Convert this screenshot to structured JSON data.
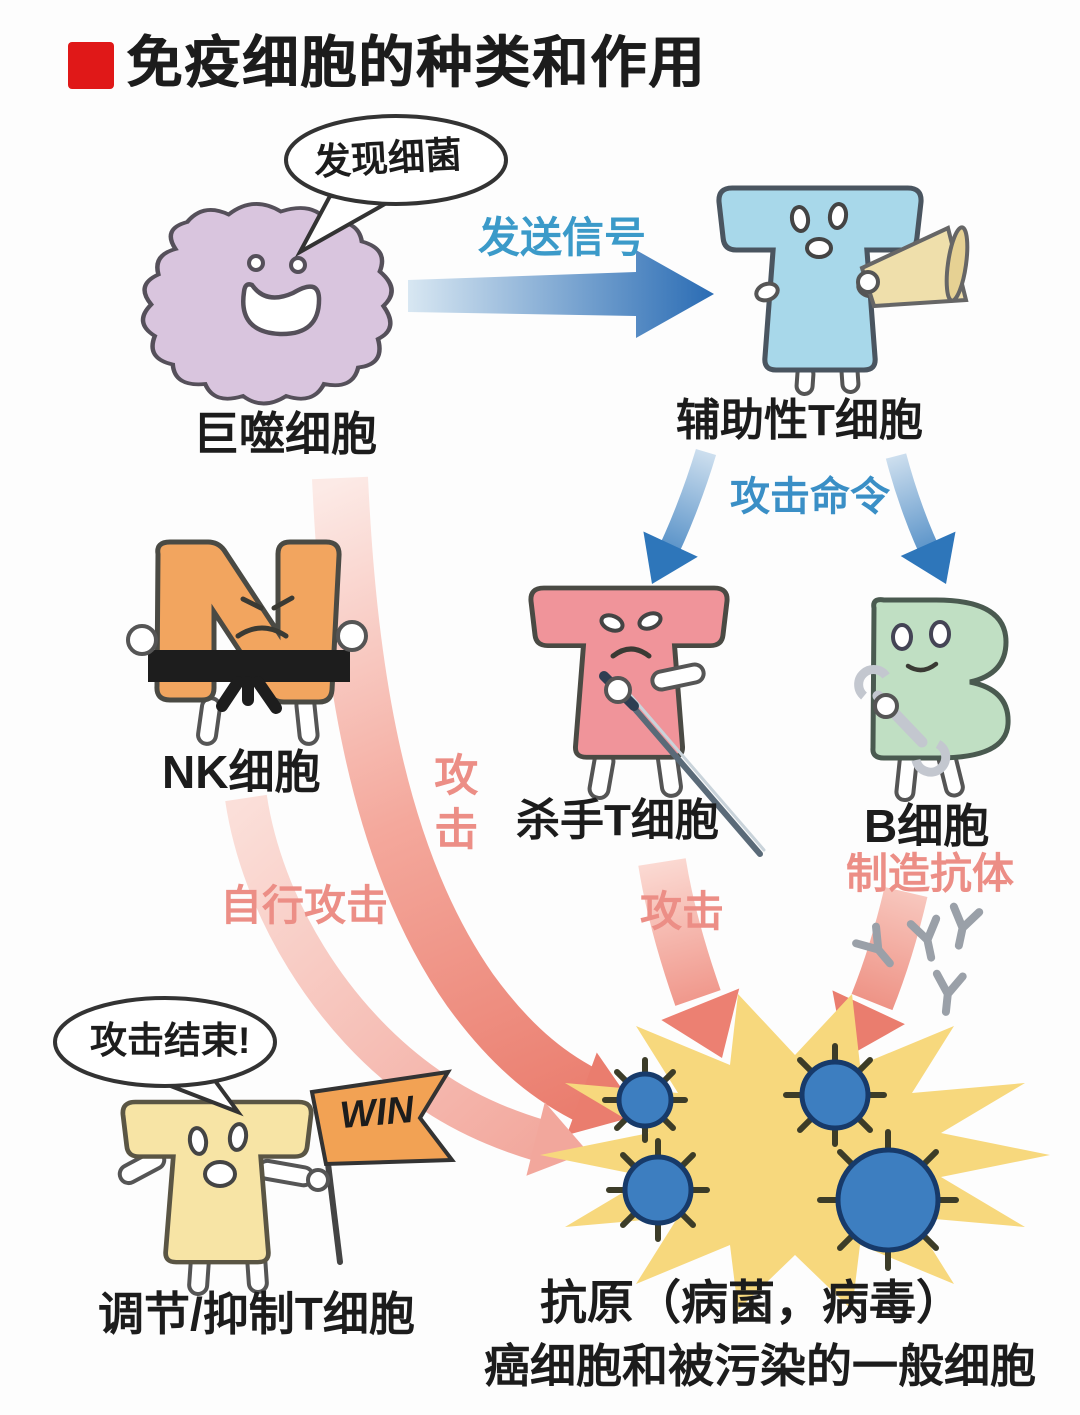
{
  "title": "免疫细胞的种类和作用",
  "labels": {
    "send_signal": "发送信号",
    "attack_command": "攻击命令",
    "attack_from_macrophage": "攻击",
    "self_attack": "自行攻击",
    "attack_from_killer_t": "攻击",
    "make_antibody": "制造抗体"
  },
  "cells": {
    "macrophage": {
      "label": "巨噬细胞",
      "speech": "发现细菌"
    },
    "helper_t": {
      "label": "辅助性T细胞"
    },
    "nk": {
      "label": "NK细胞"
    },
    "killer_t": {
      "label": "杀手T细胞"
    },
    "b": {
      "label": "B细胞"
    },
    "regulatory_t": {
      "label": "调节/抑制T细胞",
      "speech": "攻击结束!",
      "flag_text": "WIN"
    }
  },
  "antigen": {
    "line1": "抗原（病菌，病毒）",
    "line2": "癌细胞和被污染的一般细胞"
  },
  "colors": {
    "title_bullet": "#e01818",
    "signal_blue": "#3b9ac9",
    "command_blue": "#3a8fc6",
    "attack_pink": "#ec8e86",
    "macrophage_fill": "#d9c5de",
    "helper_t_fill": "#a8d8ea",
    "nk_fill": "#f2a55f",
    "killer_t_fill": "#f0949a",
    "b_fill": "#c0dfc3",
    "regulatory_t_fill": "#f7e4a5",
    "starburst_fill": "#f7d87d",
    "virus_fill": "#3d7ec0",
    "flag_fill": "#f2a254",
    "megaphone_fill": "#efdfab"
  }
}
